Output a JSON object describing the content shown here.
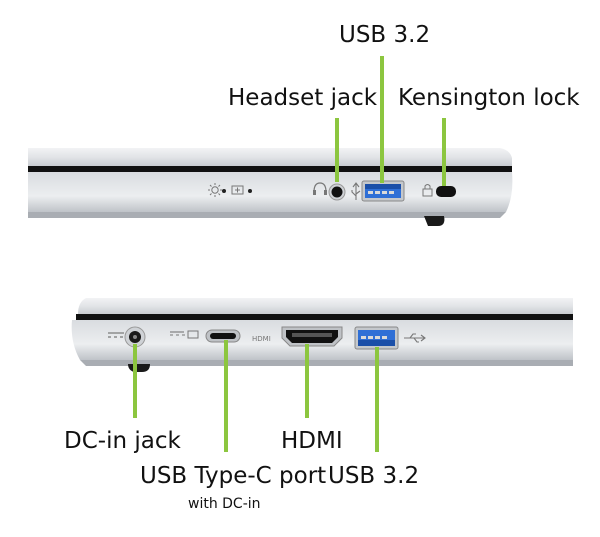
{
  "callouts": {
    "right_side": {
      "usb32": "USB 3.2",
      "headset_jack": "Headset jack",
      "kensington_lock": "Kensington lock"
    },
    "left_side": {
      "dc_in_jack": "DC-in jack",
      "usb_type_c_port": "USB Type-C port",
      "usb_type_c_note": "with DC-in",
      "hdmi": "HDMI",
      "usb32": "USB 3.2"
    }
  },
  "port_glyphs": {
    "hdmi_marking": "HDMI"
  },
  "colors": {
    "leader_line": "#8cc63f",
    "usb_port_blue": "#2f6fd6",
    "chassis_silver": "#dcdfe3",
    "chassis_edge": "#111111"
  },
  "icons": [
    "power-light-icon",
    "battery-light-icon",
    "headset-icon",
    "usb-symbol-icon",
    "lock-icon",
    "dc-symbol-icon",
    "thunderbolt-usb-c-icon"
  ]
}
